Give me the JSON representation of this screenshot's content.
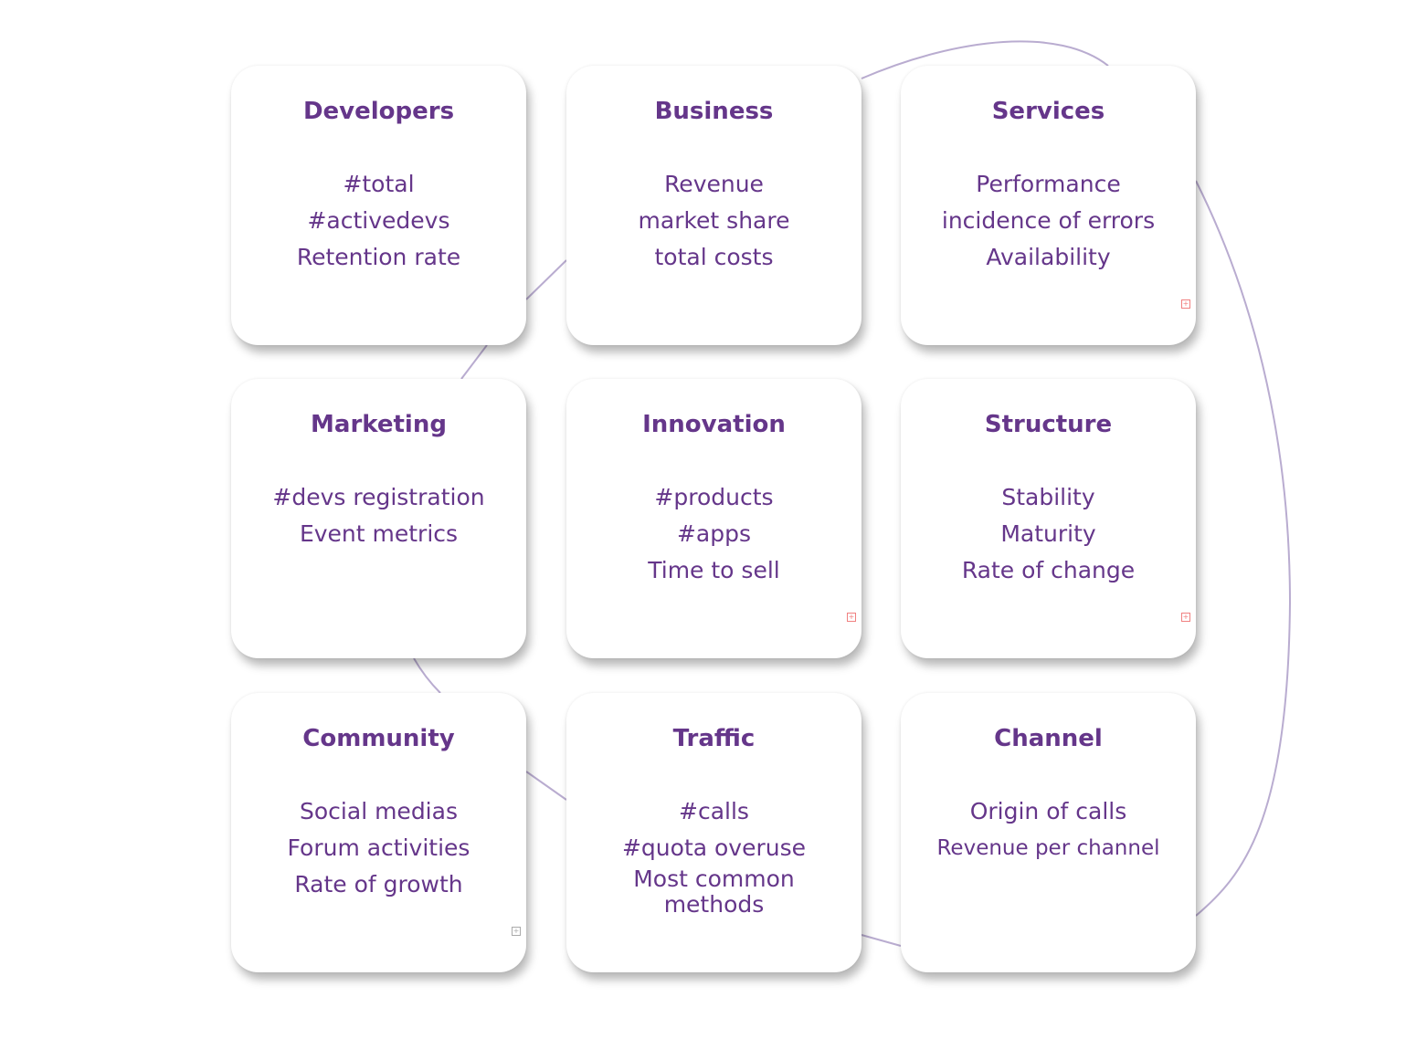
{
  "cards": [
    {
      "title": "Developers",
      "items": [
        "#total",
        "#activedevs",
        "Retention rate"
      ]
    },
    {
      "title": "Business",
      "items": [
        "Revenue",
        "market share",
        "total costs"
      ]
    },
    {
      "title": "Services",
      "items": [
        "Performance",
        "incidence of errors",
        "Availability"
      ]
    },
    {
      "title": "Marketing",
      "items": [
        "#devs registration",
        "Event metrics"
      ]
    },
    {
      "title": "Innovation",
      "items": [
        "#products",
        "#apps",
        "Time to sell"
      ]
    },
    {
      "title": "Structure",
      "items": [
        "Stability",
        "Maturity",
        "Rate of change"
      ]
    },
    {
      "title": "Community",
      "items": [
        "Social medias",
        "Forum activities",
        "Rate of growth"
      ]
    },
    {
      "title": "Traffic",
      "items": [
        "#calls",
        "#quota overuse",
        "Most common methods"
      ]
    },
    {
      "title": "Channel",
      "items": [
        "Origin of calls",
        "Revenue per channel"
      ]
    }
  ],
  "colors": {
    "text": "#65368a",
    "link": "#b9acd0",
    "expand": "#f08080"
  }
}
